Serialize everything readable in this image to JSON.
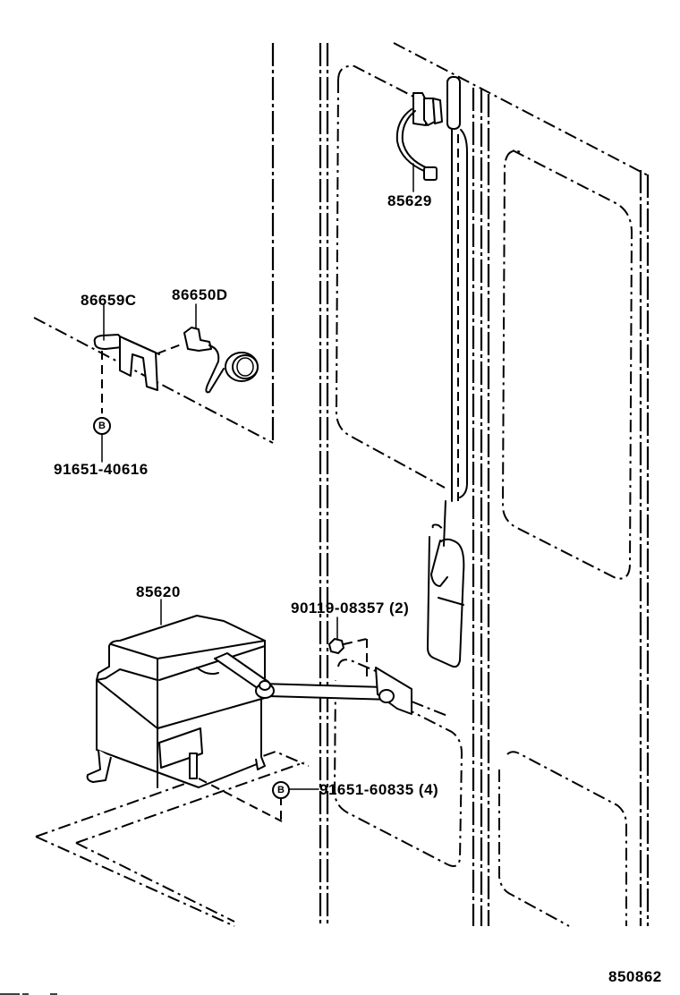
{
  "diagram": {
    "type": "exploded parts diagram",
    "illustration_number": "850862",
    "callouts": [
      {
        "id": "86659C",
        "label": "86659C",
        "part": "bracket"
      },
      {
        "id": "86650D",
        "label": "86650D",
        "part": "buzzer / horn with connector"
      },
      {
        "id": "91651-40616",
        "label": "91651-40616",
        "part": "bolt",
        "ref_symbol": "B"
      },
      {
        "id": "85629",
        "label": "85629",
        "part": "wire clamp"
      },
      {
        "id": "85620",
        "label": "85620",
        "part": "control unit / motor assembly"
      },
      {
        "id": "90119-08357",
        "label": "90119-08357 (2)",
        "part": "bolt",
        "qty": 2
      },
      {
        "id": "91651-60835",
        "label": "91651-60835 (4)",
        "part": "bolt",
        "qty": 4,
        "ref_symbol": "B"
      }
    ],
    "ref_symbol": "B"
  }
}
